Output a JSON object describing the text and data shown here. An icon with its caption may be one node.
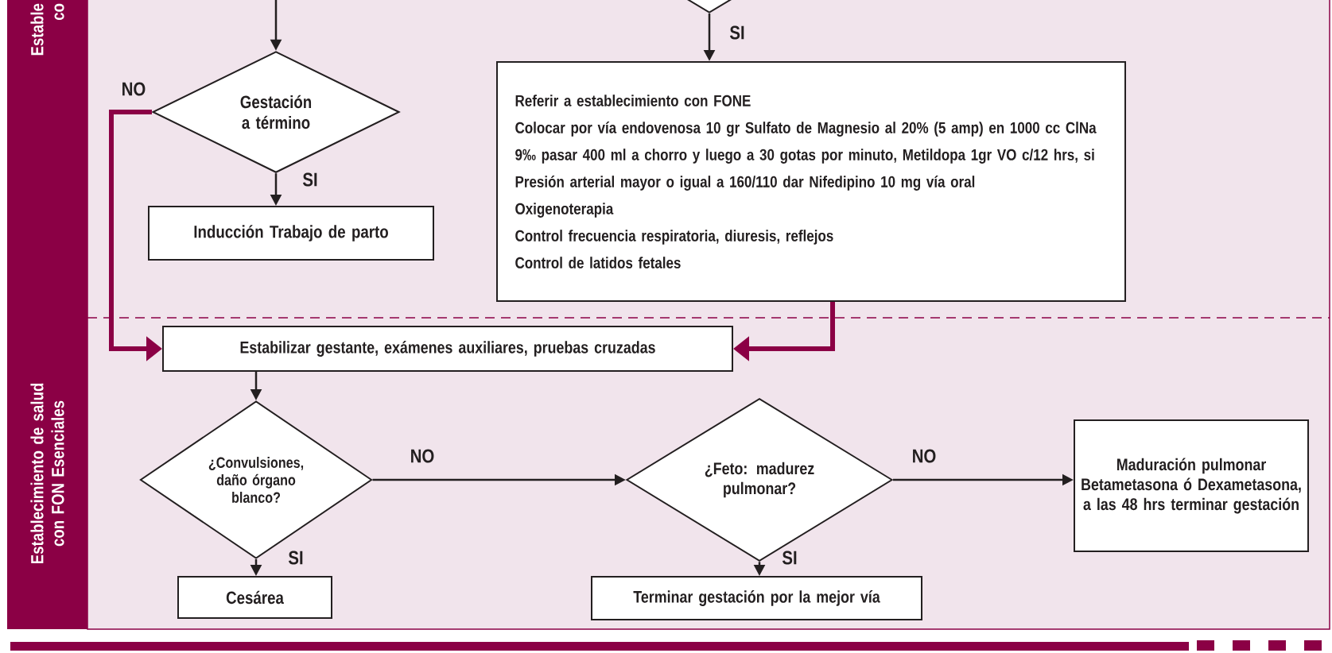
{
  "diagram": {
    "nodes": [
      {
        "text": [],
        "shape": "diamond"
      },
      {
        "text": [
          "Gestación a término"
        ]
      },
      {
        "text": [
          "Referir a establecimiento con FONE",
          "Colocar por vía endovenosa 10 gr Sulfato de Magnesio al 20% (5 amp) en 1000 cc ClNa 9‰ pasar 400 ml a chorro y luego a 30 gotas por minuto, Metildopa 1gr VO c/12 hrs, si Presión arterial mayor o igual a 160/110 dar Nifedipino 10 mg vía oral",
          "Oxigenoterapia",
          "Control frecuencia respiratoria, diuresis, reflejos",
          "Control de latidos fetales"
        ]
      },
      {
        "text": [
          "Inducción Trabajo de parto"
        ]
      },
      {
        "text": [
          "Establecimiento de salud con FON Esenciales"
        ]
      },
      {
        "text": [
          "Estabilizar gestante, exámenes  auxiliares, pruebas cruzadas"
        ]
      },
      {
        "text": [
          "¿Convulsiones, daño órgano blanco?"
        ]
      },
      {
        "text": [
          "¿Feto: madurez pulmonar?"
        ]
      },
      {
        "text": [
          "Maduración pulmonar",
          "Betametasona ó Dexametasona, a las 48 hrs terminar gestación"
        ]
      },
      {
        "text": [
          "Cesárea"
        ]
      },
      {
        "text": [
          "Terminar gestación por la mejor vía"
        ]
      },
      {
        "text": [
          "Estable",
          "co"
        ]
      }
    ],
    "edges": [
      {
        "from": null,
        "to": 1,
        "arrow": "to"
      },
      {
        "from": 0,
        "to": 2,
        "arrow": "to",
        "label": "SI"
      },
      {
        "from": 1,
        "to": 5,
        "arrow": "to",
        "label": "NO",
        "style": "thick",
        "color": "#8b0045"
      },
      {
        "from": 1,
        "to": 3,
        "arrow": "to",
        "label": "SI"
      },
      {
        "from": 2,
        "to": 5,
        "arrow": "to",
        "style": "thick",
        "color": "#8b0045"
      },
      {
        "from": 5,
        "to": 6,
        "arrow": "to"
      },
      {
        "from": 6,
        "to": 7,
        "arrow": "to",
        "label": "NO"
      },
      {
        "from": 7,
        "to": 8,
        "arrow": "to",
        "label": "NO"
      },
      {
        "from": 6,
        "to": 9,
        "arrow": "to",
        "label": "SI"
      },
      {
        "from": 7,
        "to": 10,
        "arrow": "to",
        "label": "SI"
      }
    ]
  }
}
